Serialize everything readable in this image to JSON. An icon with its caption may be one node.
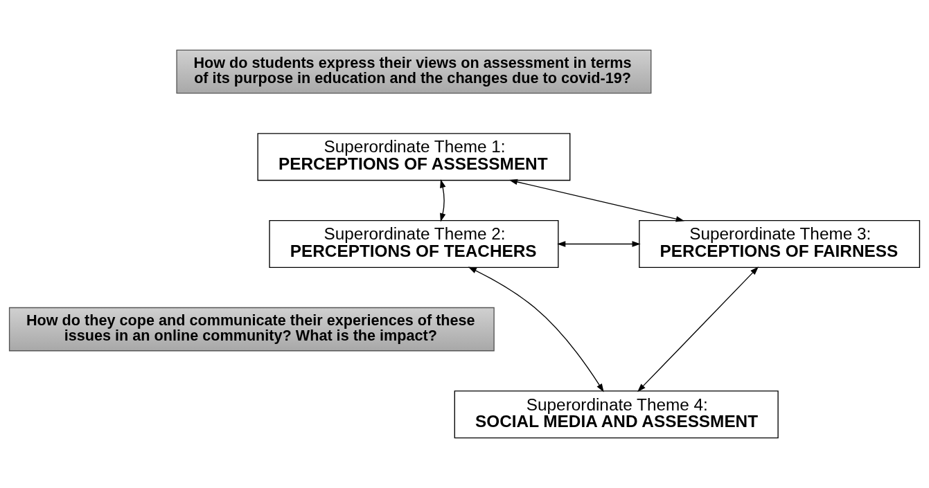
{
  "diagram": {
    "nodes": [
      {
        "text": [
          "How do students express their views on assessment in terms of its purpose in education and the changes due to covid-19?"
        ]
      },
      {
        "text": [
          "Superordinate Theme 1:",
          "PERCEPTIONS OF ASSESSMENT"
        ]
      },
      {
        "text": [
          "Superordinate Theme 2:",
          "PERCEPTIONS OF TEACHERS"
        ]
      },
      {
        "text": [
          "Superordinate Theme 3:",
          "PERCEPTIONS OF FAIRNESS"
        ]
      },
      {
        "text": [
          "How do they cope and communicate their experiences of these issues in an online community? What is the impact?"
        ]
      },
      {
        "text": [
          "Superordinate Theme 4:",
          "SOCIAL MEDIA AND ASSESSMENT"
        ]
      }
    ],
    "edges": [
      {
        "from": 1,
        "to": 2,
        "arrow": "both"
      },
      {
        "from": 1,
        "to": 3,
        "arrow": "both"
      },
      {
        "from": 2,
        "to": 3,
        "arrow": "both"
      },
      {
        "from": 2,
        "to": 5,
        "arrow": "both"
      },
      {
        "from": 3,
        "to": 5,
        "arrow": "both"
      }
    ]
  }
}
